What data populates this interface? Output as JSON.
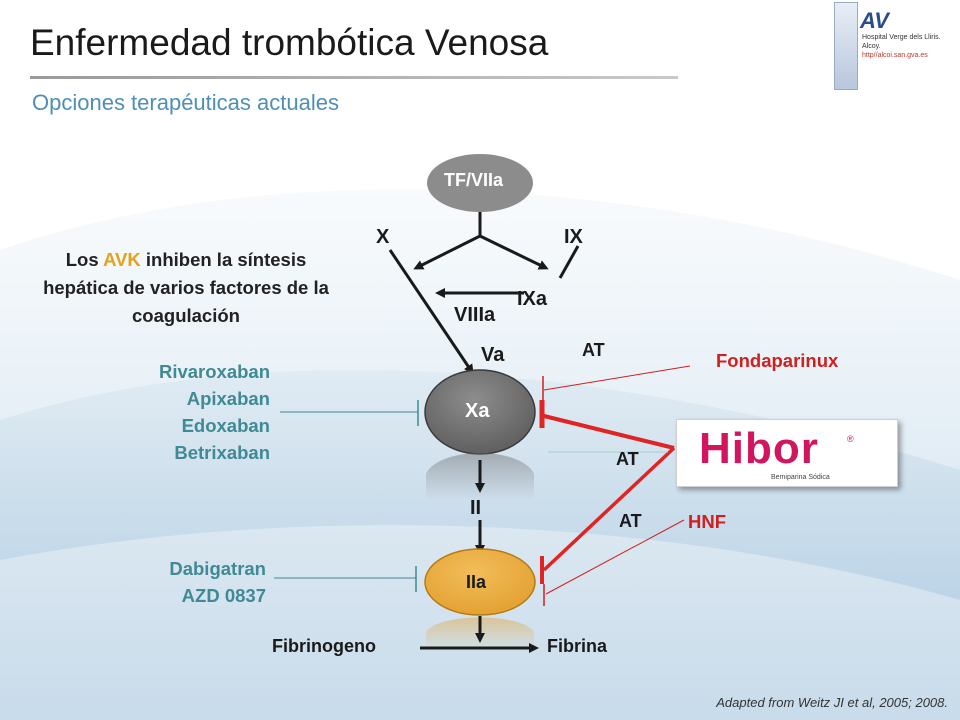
{
  "title": "Enfermedad trombótica Venosa",
  "subtitle": "Opciones terapéuticas actuales",
  "logo": {
    "mark": "AV",
    "line1": "Hospital Verge dels Lliris.",
    "line2": "Alcoy.",
    "url": "http//alcoi.san.gva.es"
  },
  "reference": "Adapted from Weitz JI et al, 2005; 2008.",
  "avk": {
    "pre": "Los ",
    "highlight": "AVK",
    "post": " inhiben la síntesis hepática de varios factores de la coagulación"
  },
  "nodes": {
    "tf_viia": "TF/VIIa",
    "xa": "Xa",
    "iia": "IIa"
  },
  "labels": {
    "x": "X",
    "ix": "IX",
    "ixa": "IXa",
    "viiia": "VIIIa",
    "va": "Va",
    "ii": "II",
    "fibrinogeno": "Fibrinogeno",
    "fibrina": "Fibrina",
    "at1": "AT",
    "at2": "AT",
    "at3": "AT"
  },
  "drugs": {
    "xa_inhibitors": [
      "Rivaroxaban",
      "Apixaban",
      "Edoxaban",
      "Betrixaban"
    ],
    "iia_inhibitors": [
      "Dabigatran",
      "AZD 0837"
    ],
    "fondaparinux": "Fondaparinux",
    "hnf": "HNF"
  },
  "hibor": {
    "word": "Hibor",
    "reg": "®",
    "caption": "Bemiparina Sódica"
  },
  "colors": {
    "teal": "#3f8a94",
    "red": "#d11f1f",
    "avk_highlight": "#e3a21a",
    "xa_node": "#6f6f6f",
    "iia_node": "#e9a93c",
    "tf_node": "#8c8c8c",
    "subtitle": "#4f8fb5",
    "hibor": "#d1155f"
  }
}
